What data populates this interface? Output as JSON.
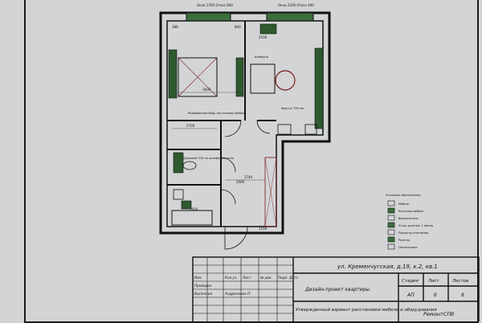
{
  "plan": {
    "dims": {
      "top_left_window": "Окно 1760\nОткос 800",
      "top_right_window": "Окно 2200\nОткос 400",
      "d_388": "388",
      "d_800": "800",
      "d_2100": "2100",
      "d_3600": "3600",
      "d_2700": "2700",
      "d_3740": "3740",
      "d_1600": "1600",
      "d_2000": "2000",
      "d_1100": "1100"
    },
    "labels": {
      "bedroom_note": "Разобранная бедь\nпостельная мебель",
      "shower_note": "Душевой 700 на\nшкафы, постель",
      "kitchen_note": "Фартук 700 мм",
      "other_note": "Коммуна"
    },
    "legend": {
      "title": "Условные обозначения",
      "items": [
        "Мебель",
        "Кухонная мебель",
        "Выключатели",
        "Эл-ка, розетки, 1 ампер",
        "Радиатор отопления",
        "Розетки",
        "Светильники"
      ]
    }
  },
  "title_block": {
    "address": "ул. Кременчугская, д.19, к.2, кв.1",
    "project": "Дизайн-проект квартиры",
    "sheet_title": "Утвержденный вариант расстановки мебели и оборудования",
    "stage_header": "Стадия",
    "sheet_header": "Лист",
    "sheets_header": "Листов",
    "stage": "АП",
    "sheet": "6",
    "sheets": "8",
    "company": "РемонтСПб",
    "rows": [
      {
        "role": "Изм.",
        "name": "Кол.уч.",
        "c3": "Лист",
        "c4": "№ док.",
        "c5": "Подп.",
        "c6": "Дата"
      },
      {
        "role": "Проверил",
        "name": "",
        "c3": "",
        "c4": "",
        "c5": "",
        "c6": ""
      },
      {
        "role": "Выполнил",
        "name": "Андриченко П.",
        "c3": "",
        "c4": "",
        "c5": "",
        "c6": ""
      }
    ]
  }
}
